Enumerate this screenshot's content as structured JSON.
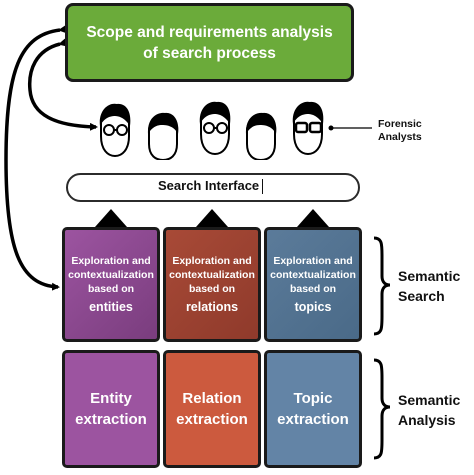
{
  "header": {
    "line1": "Scope and requirements analysis",
    "line2": "of search process"
  },
  "analysts": {
    "label_line1": "Forensic",
    "label_line2": "Analysts"
  },
  "search": {
    "label": "Search Interface"
  },
  "semantic_search": {
    "label_line1": "Semantic",
    "label_line2": "Search",
    "tiles": [
      {
        "line1": "Exploration and",
        "line2": "contextualization",
        "line3": "based on",
        "emphasis": "entities"
      },
      {
        "line1": "Exploration and",
        "line2": "contextualization",
        "line3": "based on",
        "emphasis": "relations"
      },
      {
        "line1": "Exploration and",
        "line2": "contextualization",
        "line3": "based on",
        "emphasis": "topics"
      }
    ]
  },
  "semantic_analysis": {
    "label_line1": "Semantic",
    "label_line2": "Analysis",
    "tiles": [
      {
        "line1": "Entity",
        "line2": "extraction"
      },
      {
        "line1": "Relation",
        "line2": "extraction"
      },
      {
        "line1": "Topic",
        "line2": "extraction"
      }
    ]
  },
  "colors": {
    "green": "#6bab3a",
    "purple_dark": "#7a3d7e",
    "purple_light": "#9c54a0",
    "red_dark": "#8f3a2b",
    "red_light": "#cc5a3e",
    "blue_dark": "#4a6a88",
    "blue_light": "#6384a6"
  }
}
